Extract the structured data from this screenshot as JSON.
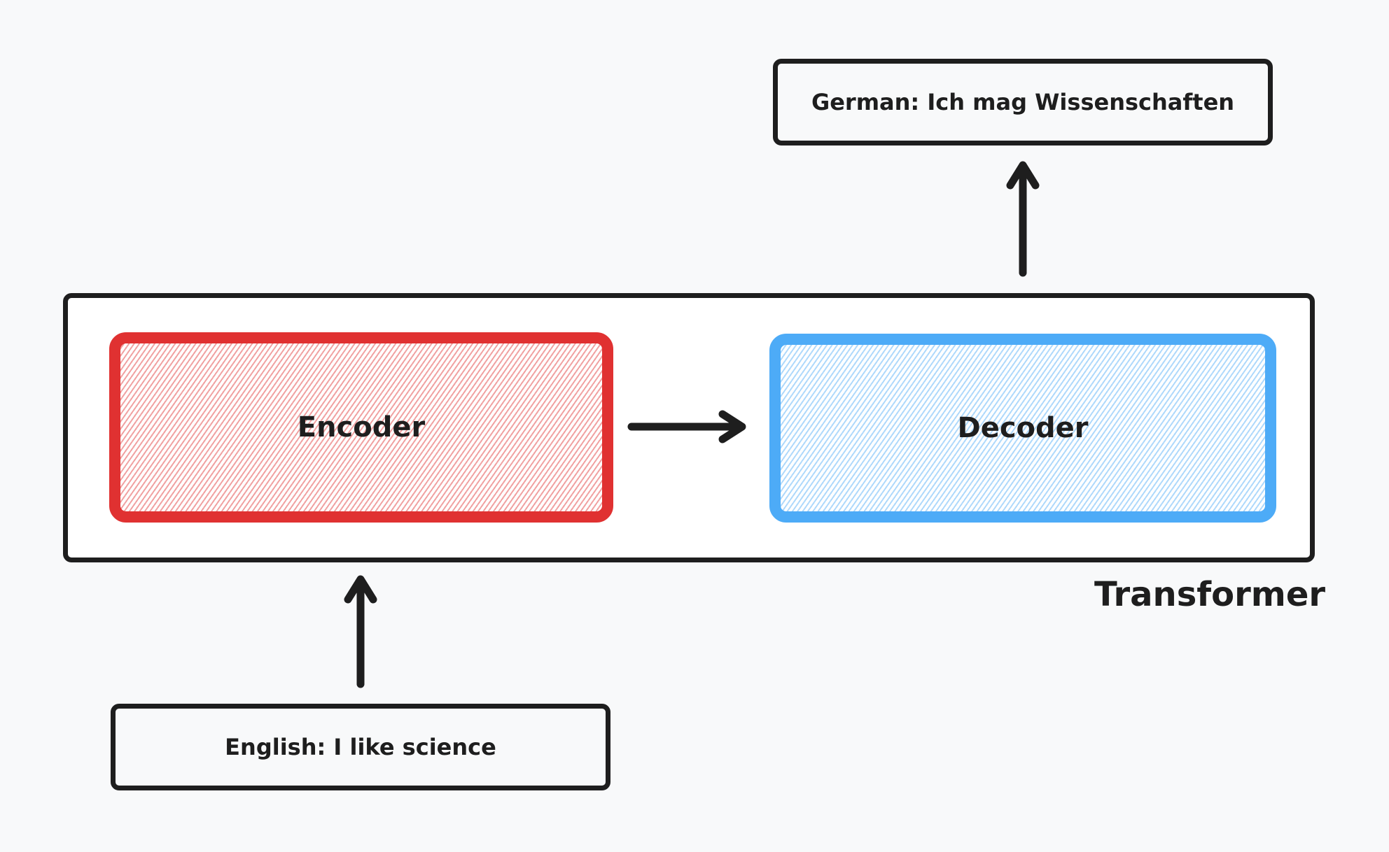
{
  "diagram": {
    "output": {
      "label": "German: Ich mag Wissenschaften"
    },
    "input": {
      "label": "English: I like science"
    },
    "container": {
      "label": "Transformer"
    },
    "encoder": {
      "label": "Encoder",
      "color": "#e03131"
    },
    "decoder": {
      "label": "Decoder",
      "color": "#4dabf7"
    },
    "edges": [
      {
        "from": "input",
        "to": "encoder"
      },
      {
        "from": "encoder",
        "to": "decoder"
      },
      {
        "from": "decoder",
        "to": "output"
      }
    ]
  }
}
